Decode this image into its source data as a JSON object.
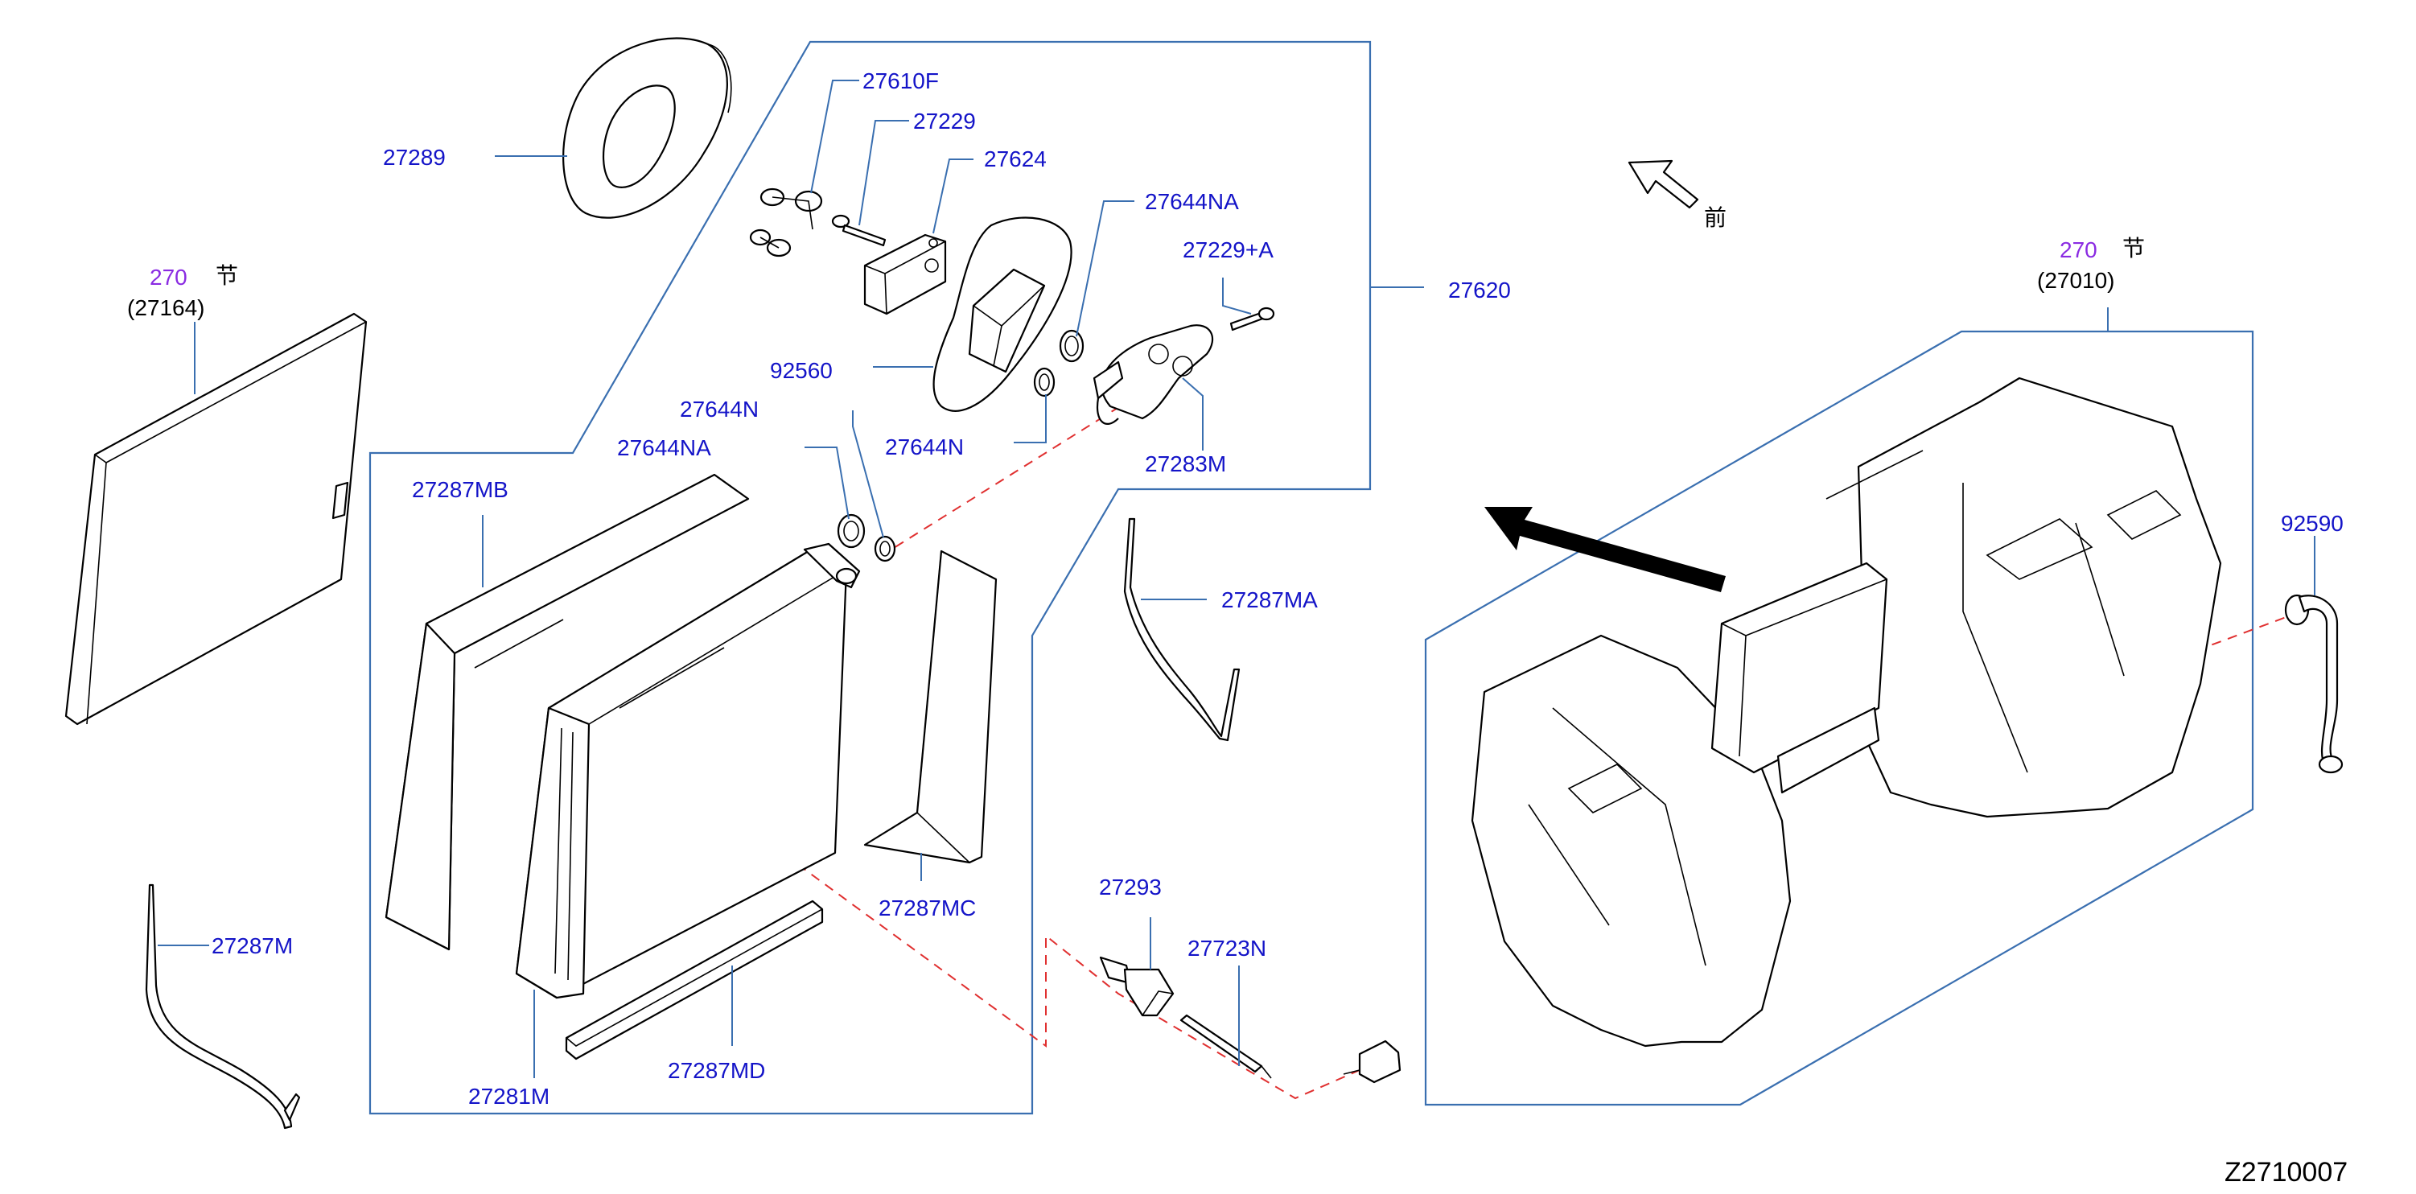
{
  "diagram": {
    "code": "Z2710007",
    "front_label": "前",
    "parts": {
      "p27289": "27289",
      "p27610F": "27610F",
      "p27229": "27229",
      "p27624": "27624",
      "p27644NA_top": "27644NA",
      "p27229A": "27229+A",
      "p27620": "27620",
      "p92560": "92560",
      "p27644N_left": "27644N",
      "p27644NA_left": "27644NA",
      "p27644N_mid": "27644N",
      "p27283M": "27283M",
      "p27287MB": "27287MB",
      "p27287MA": "27287MA",
      "p27287MC": "27287MC",
      "p27293": "27293",
      "p27723N": "27723N",
      "p27287M": "27287M",
      "p27281M": "27281M",
      "p27287MD": "27287MD",
      "p92590": "92590"
    },
    "section_refs": {
      "filter_section": "270",
      "filter_section_suffix": "节",
      "filter_part": "(27164)",
      "unit_section": "270",
      "unit_section_suffix": "节",
      "unit_part": "(27010)"
    }
  },
  "colors": {
    "label": "#1414c8",
    "section": "#8a2be2",
    "frame": "#3a6fb0",
    "dashed_line": "#e03030",
    "outline": "#000000"
  }
}
